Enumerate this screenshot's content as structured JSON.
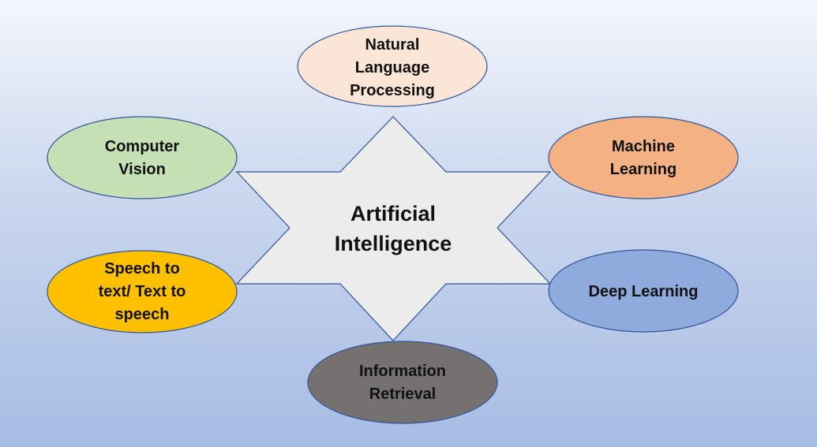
{
  "center": {
    "label_lines": [
      "Artificial",
      "Intelligence"
    ],
    "fill": "#ececec"
  },
  "nodes": [
    {
      "id": "nlp",
      "label_lines": [
        "Natural",
        "Language",
        "Processing"
      ],
      "fill": "#fbe5d6"
    },
    {
      "id": "machine-learning",
      "label_lines": [
        "Machine",
        "Learning"
      ],
      "fill": "#f4b183"
    },
    {
      "id": "deep-learning",
      "label_lines": [
        "Deep Learning"
      ],
      "fill": "#8faadc"
    },
    {
      "id": "information-retrieval",
      "label_lines": [
        "Information",
        "Retrieval"
      ],
      "fill": "#767171"
    },
    {
      "id": "speech-text",
      "label_lines": [
        "Speech to",
        "text/ Text to",
        "speech"
      ],
      "fill": "#ffc000"
    },
    {
      "id": "computer-vision",
      "label_lines": [
        "Computer",
        "Vision"
      ],
      "fill": "#c5e0b4"
    }
  ],
  "colors": {
    "outline": "#2f5597",
    "text": "#111111"
  }
}
